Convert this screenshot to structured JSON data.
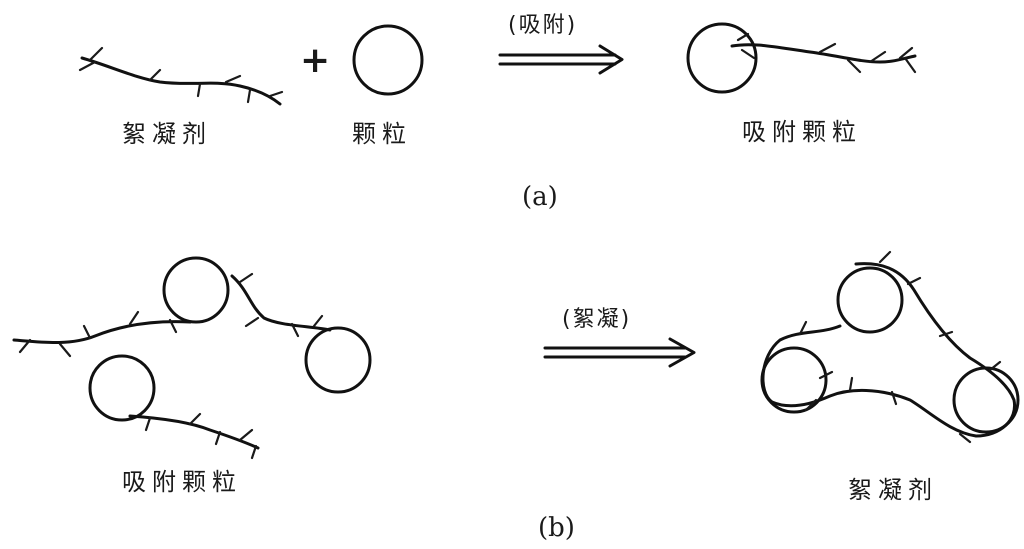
{
  "panel_a": {
    "flocculant_label": "絮凝剂",
    "particle_label": "颗粒",
    "plus_sign": "+",
    "arrow_label": "(吸附)",
    "result_label": "吸附颗粒",
    "caption": "(a)"
  },
  "panel_b": {
    "left_label": "吸附颗粒",
    "arrow_label": "(絮凝)",
    "result_label": "絮凝剂",
    "caption": "(b)"
  },
  "colors": {
    "ink": "#1a1a1a",
    "background": "#ffffff"
  }
}
